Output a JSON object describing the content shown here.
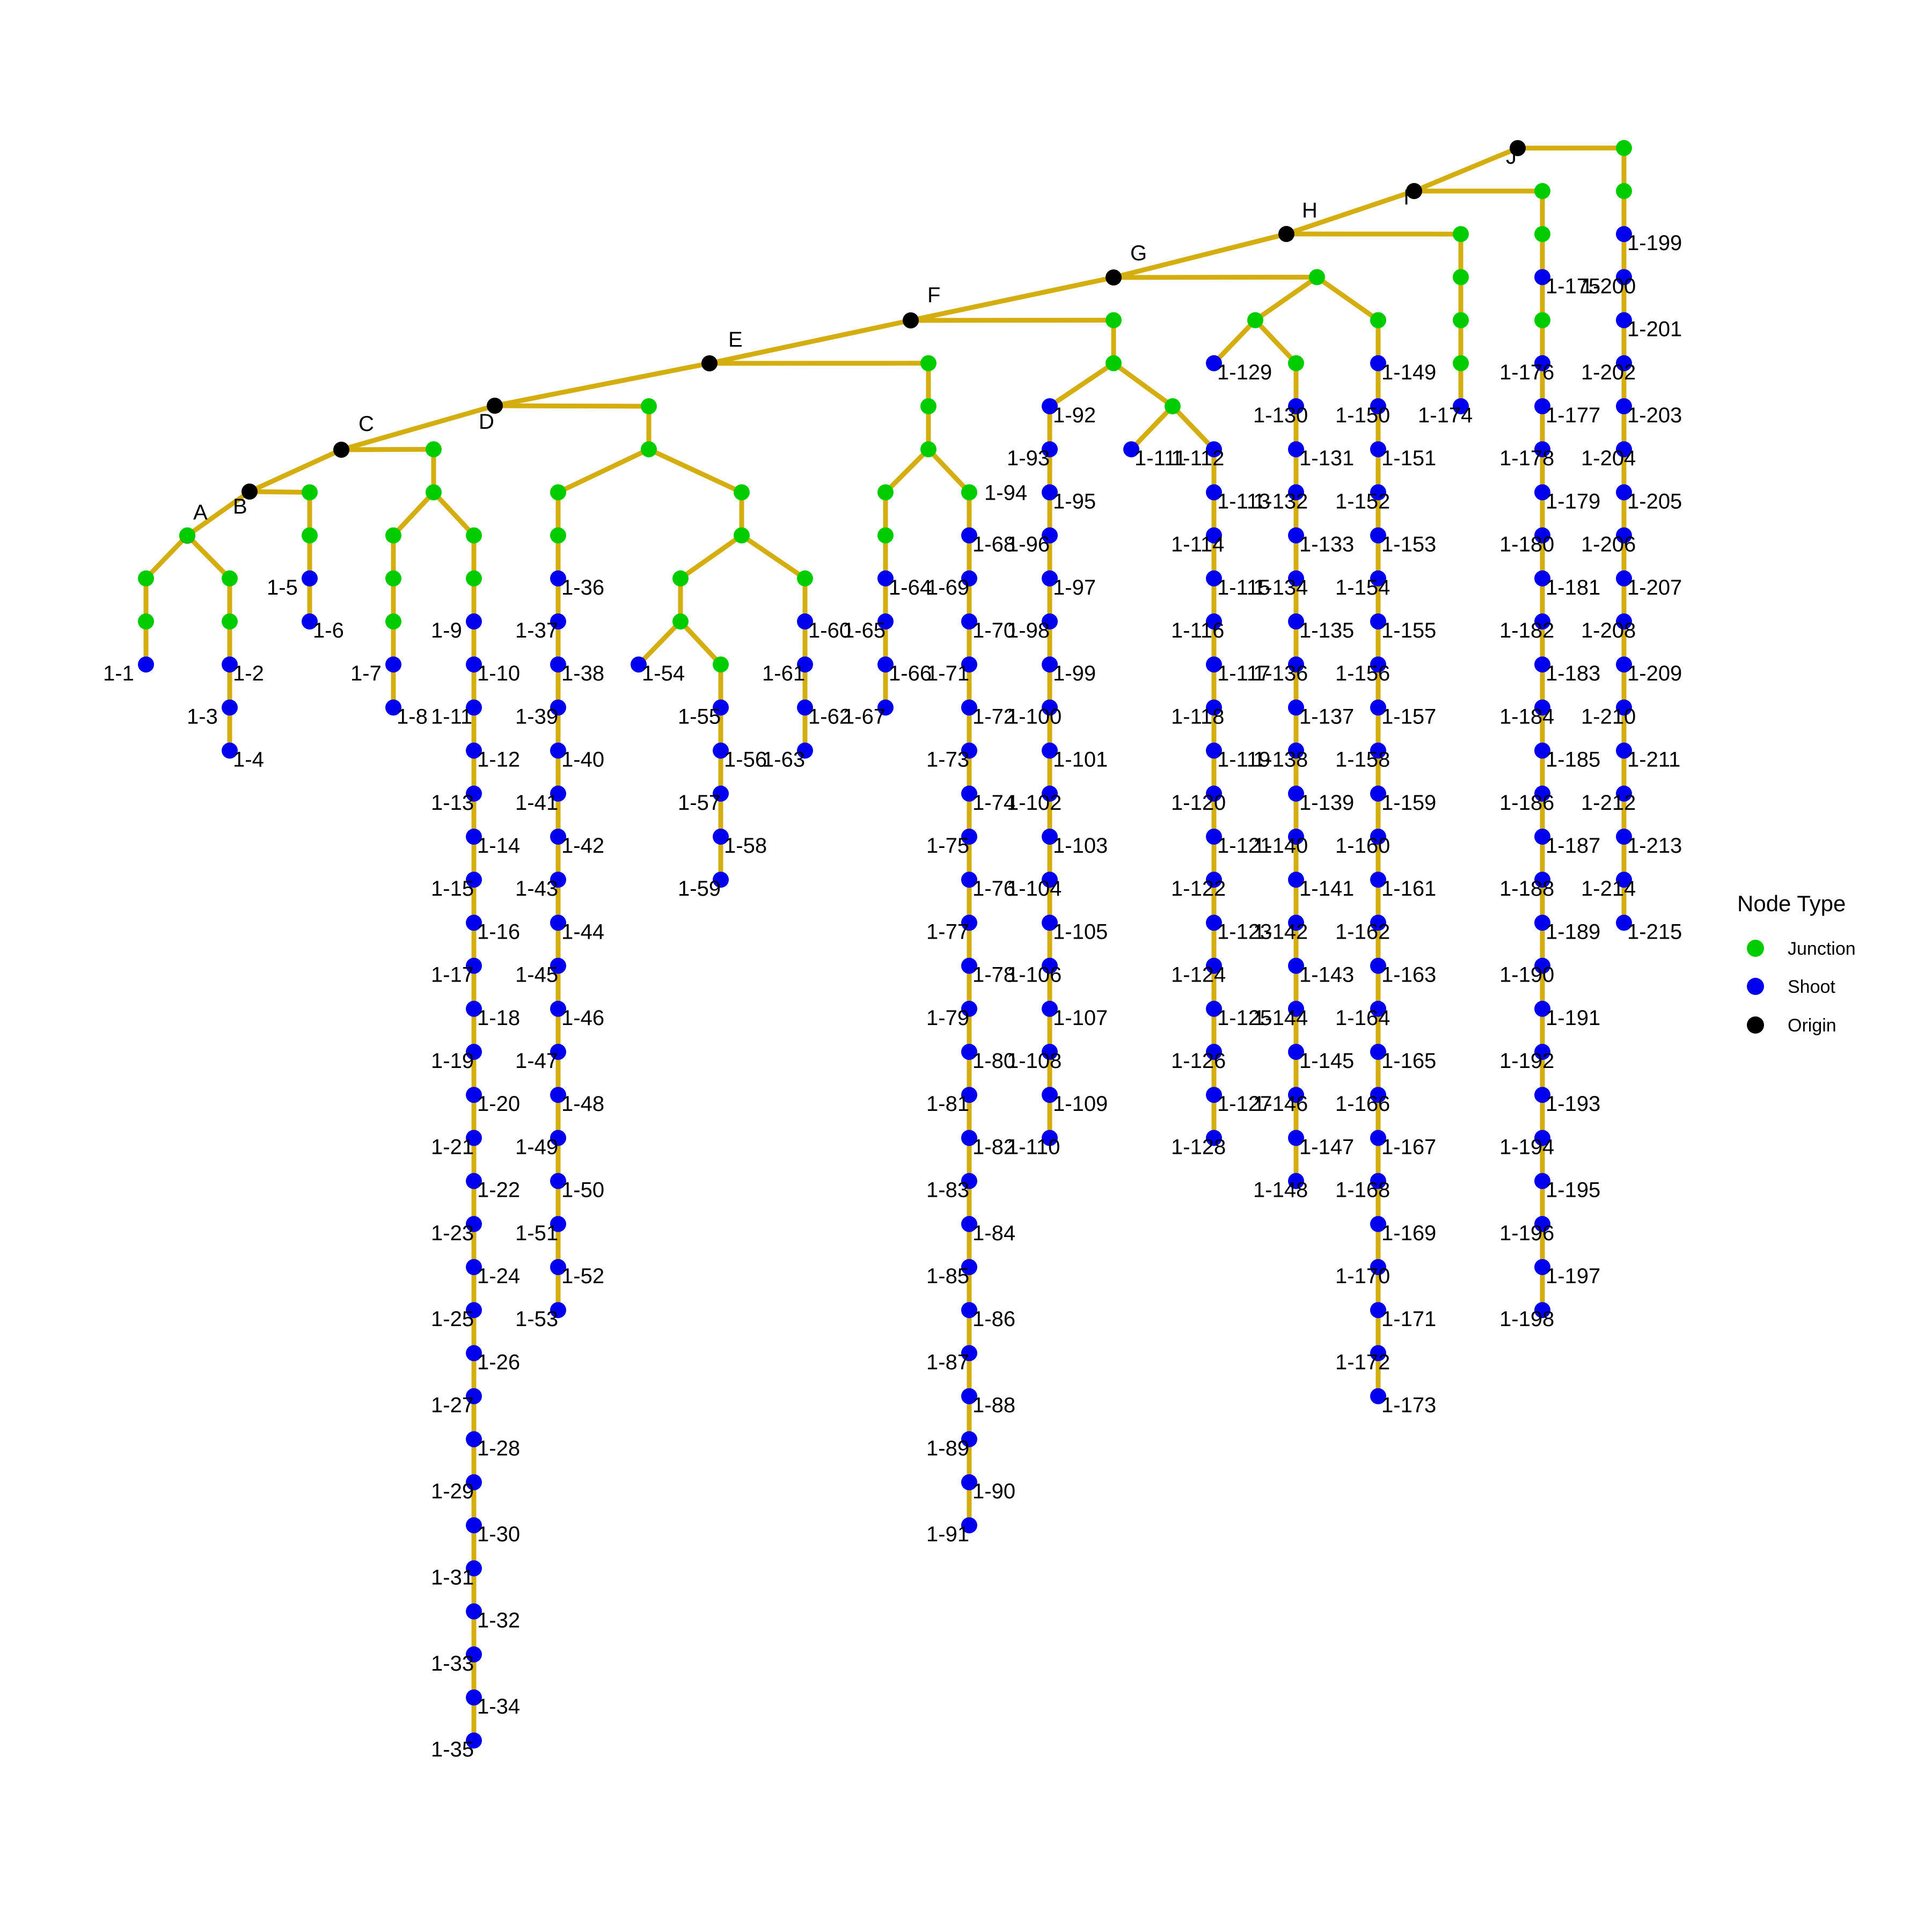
{
  "colors": {
    "edge": "#D4AE0F",
    "Junction": "#00CC00",
    "Shoot": "#0000EE",
    "Origin": "#000000",
    "text": "#000000"
  },
  "legend": {
    "title": "Node Type",
    "items": [
      {
        "type": "Junction",
        "label": "Junction"
      },
      {
        "type": "Shoot",
        "label": "Shoot"
      },
      {
        "type": "Origin",
        "label": "Origin"
      }
    ]
  },
  "origins": [
    {
      "id": "A",
      "label": "A"
    },
    {
      "id": "B",
      "label": "B"
    },
    {
      "id": "C",
      "label": "C"
    },
    {
      "id": "D",
      "label": "D"
    },
    {
      "id": "E",
      "label": "E"
    },
    {
      "id": "F",
      "label": "F"
    },
    {
      "id": "G",
      "label": "G"
    },
    {
      "id": "H",
      "label": "H"
    },
    {
      "id": "I",
      "label": "I"
    },
    {
      "id": "J",
      "label": "J"
    }
  ],
  "shoot_labels": [
    "1-1",
    "1-2",
    "1-3",
    "1-4",
    "1-5",
    "1-6",
    "1-7",
    "1-8",
    "1-9",
    "1-10",
    "1-11",
    "1-12",
    "1-13",
    "1-14",
    "1-15",
    "1-16",
    "1-17",
    "1-18",
    "1-19",
    "1-20",
    "1-21",
    "1-22",
    "1-23",
    "1-24",
    "1-25",
    "1-26",
    "1-27",
    "1-28",
    "1-29",
    "1-30",
    "1-31",
    "1-32",
    "1-33",
    "1-34",
    "1-35",
    "1-36",
    "1-37",
    "1-38",
    "1-39",
    "1-40",
    "1-41",
    "1-42",
    "1-43",
    "1-44",
    "1-45",
    "1-46",
    "1-47",
    "1-48",
    "1-49",
    "1-50",
    "1-51",
    "1-52",
    "1-53",
    "1-54",
    "1-55",
    "1-56",
    "1-57",
    "1-58",
    "1-59",
    "1-60",
    "1-61",
    "1-62",
    "1-63",
    "1-64",
    "1-65",
    "1-66",
    "1-67",
    "1-68",
    "1-69",
    "1-70",
    "1-71",
    "1-72",
    "1-73",
    "1-74",
    "1-75",
    "1-76",
    "1-77",
    "1-78",
    "1-79",
    "1-80",
    "1-81",
    "1-82",
    "1-83",
    "1-84",
    "1-85",
    "1-86",
    "1-87",
    "1-88",
    "1-89",
    "1-90",
    "1-91",
    "1-92",
    "1-93",
    "1-95",
    "1-96",
    "1-97",
    "1-98",
    "1-99",
    "1-100",
    "1-101",
    "1-102",
    "1-103",
    "1-104",
    "1-105",
    "1-106",
    "1-107",
    "1-108",
    "1-109",
    "1-110",
    "1-111",
    "1-112",
    "1-113",
    "1-114",
    "1-115",
    "1-116",
    "1-117",
    "1-118",
    "1-119",
    "1-120",
    "1-121",
    "1-122",
    "1-123",
    "1-124",
    "1-125",
    "1-126",
    "1-127",
    "1-128",
    "1-129",
    "1-130",
    "1-131",
    "1-132",
    "1-133",
    "1-134",
    "1-135",
    "1-136",
    "1-137",
    "1-138",
    "1-139",
    "1-140",
    "1-141",
    "1-142",
    "1-143",
    "1-144",
    "1-145",
    "1-146",
    "1-147",
    "1-148",
    "1-149",
    "1-150",
    "1-151",
    "1-152",
    "1-153",
    "1-154",
    "1-155",
    "1-156",
    "1-157",
    "1-158",
    "1-159",
    "1-160",
    "1-161",
    "1-162",
    "1-163",
    "1-164",
    "1-165",
    "1-166",
    "1-167",
    "1-168",
    "1-169",
    "1-170",
    "1-171",
    "1-172",
    "1-173",
    "1-174",
    "1-175",
    "1-176",
    "1-177",
    "1-178",
    "1-179",
    "1-180",
    "1-181",
    "1-182",
    "1-183",
    "1-184",
    "1-185",
    "1-186",
    "1-187",
    "1-188",
    "1-189",
    "1-190",
    "1-191",
    "1-192",
    "1-193",
    "1-194",
    "1-195",
    "1-196",
    "1-197",
    "1-198",
    "1-199",
    "1-200",
    "1-201",
    "1-202",
    "1-203",
    "1-204",
    "1-205",
    "1-206",
    "1-207",
    "1-208",
    "1-209",
    "1-210",
    "1-211",
    "1-212",
    "1-213",
    "1-214",
    "1-215"
  ],
  "junction_labels": [
    "1-94"
  ]
}
